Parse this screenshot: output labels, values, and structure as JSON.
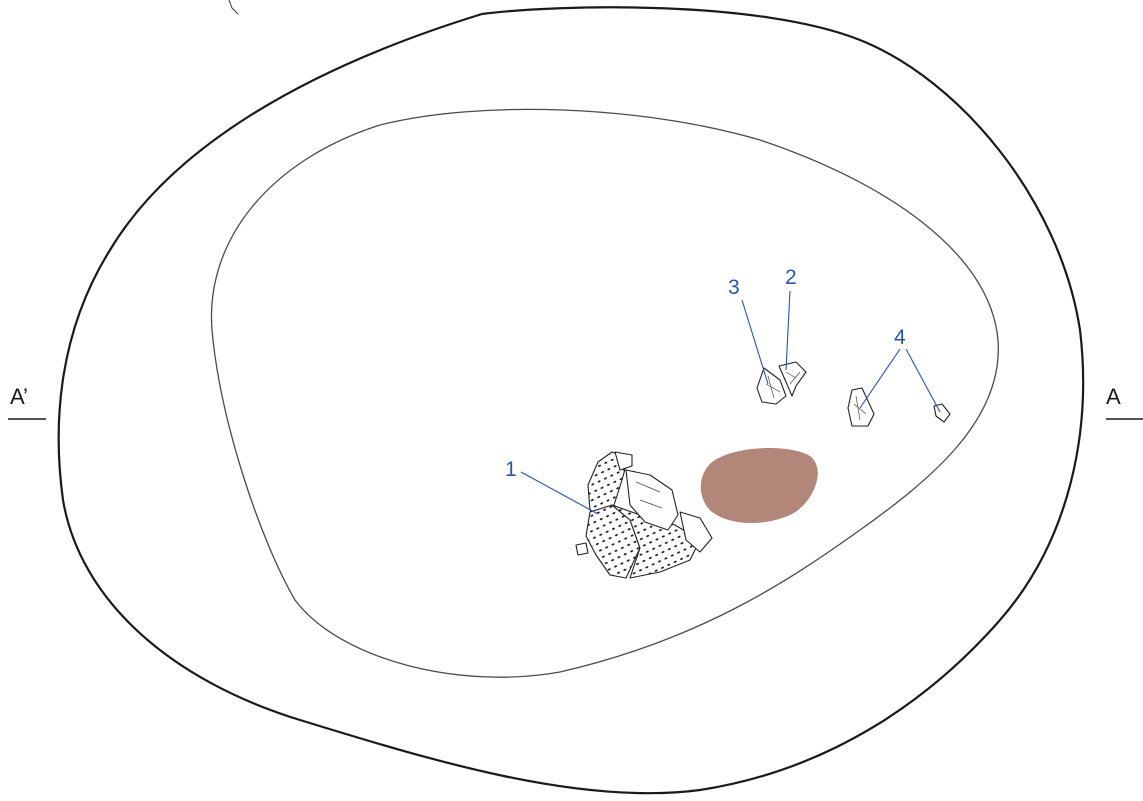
{
  "section_marks": {
    "left": "A’",
    "right": "A"
  },
  "finds": [
    {
      "number": "1",
      "kind": "pottery-sherds"
    },
    {
      "number": "2",
      "kind": "stone-flake"
    },
    {
      "number": "3",
      "kind": "stone-flake"
    },
    {
      "number": "4",
      "kind": "stone-flakes"
    }
  ],
  "colors": {
    "outline": "#1a1a1a",
    "label_blue": "#2a55a3",
    "soil_patch": "#b2877a",
    "background": "#ffffff"
  }
}
